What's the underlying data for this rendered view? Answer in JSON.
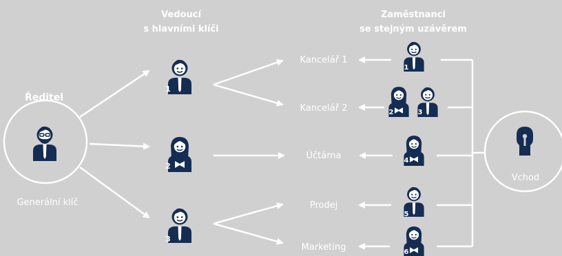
{
  "headers": {
    "managers": [
      "Vedoucí",
      "s hlavními klíči"
    ],
    "employees": [
      "Zaměstnanci",
      "se stejným uzávěrem"
    ]
  },
  "director": {
    "title": "Ředitel",
    "key_label": "Generální klíč"
  },
  "managers": [
    {
      "number": "1",
      "gender": "m"
    },
    {
      "number": "2",
      "gender": "f"
    },
    {
      "number": "3",
      "gender": "m"
    }
  ],
  "departments": [
    {
      "label": "Kancelář 1",
      "employees": [
        {
          "number": "1",
          "gender": "m"
        }
      ]
    },
    {
      "label": "Kancelář 2",
      "employees": [
        {
          "number": "2",
          "gender": "f"
        },
        {
          "number": "3",
          "gender": "m"
        }
      ]
    },
    {
      "label": "Účtárna",
      "employees": [
        {
          "number": "4",
          "gender": "f"
        }
      ]
    },
    {
      "label": "Prodej",
      "employees": [
        {
          "number": "5",
          "gender": "m"
        }
      ]
    },
    {
      "label": "Marketing",
      "employees": [
        {
          "number": "6",
          "gender": "f"
        }
      ]
    }
  ],
  "entrance": {
    "label": "Vchod"
  },
  "colors": {
    "background": "#d0d0d0",
    "lines": "#ffffff",
    "figure": "#152d52",
    "text_light": "#ffffff"
  }
}
